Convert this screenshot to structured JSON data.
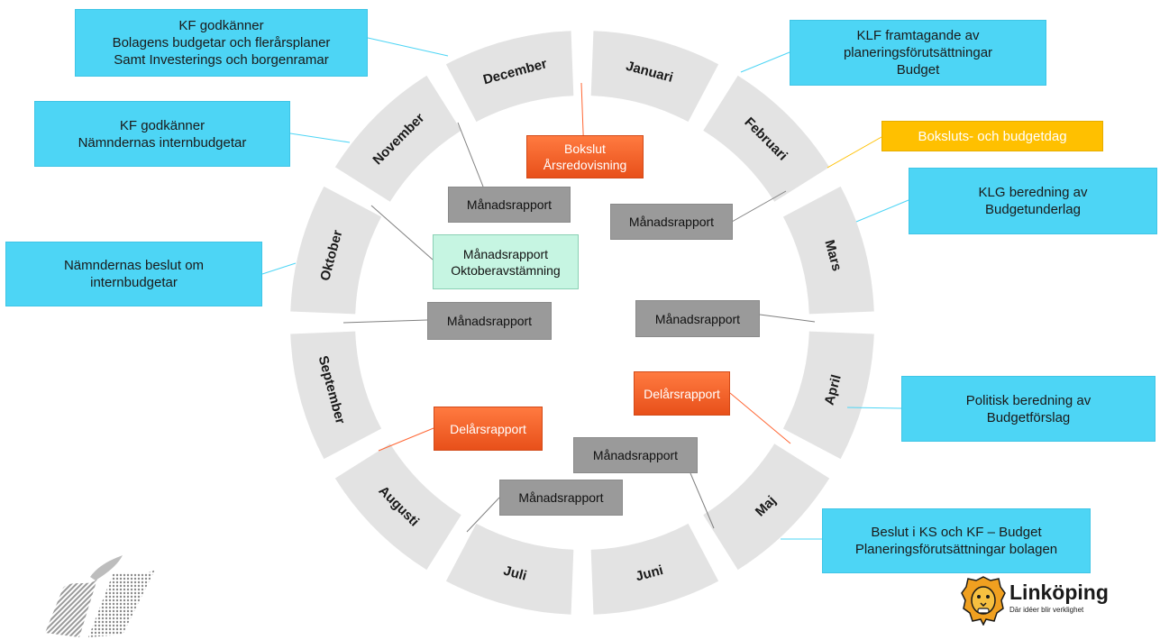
{
  "months": [
    "Januari",
    "Februari",
    "Mars",
    "April",
    "Maj",
    "Juni",
    "Juli",
    "Augusti",
    "September",
    "Oktober",
    "November",
    "December"
  ],
  "callouts": {
    "kf_bolagen": "KF godkänner\nBolagens budgetar och flerårsplaner\nSamt Investerings och borgenramar",
    "kf_namnder": "KF godkänner\nNämndernas internbudgetar",
    "namnder_beslut": "Nämndernas beslut om\ninternbudgetar",
    "klf": "KLF framtagande av\nplaneringsförutsättningar\nBudget",
    "boksluts": "Boksluts- och budgetdag",
    "klg": "KLG beredning av\nBudgetunderlag",
    "politisk": "Politisk beredning av\nBudgetförslag",
    "beslut_ks": "Beslut  i KS och KF – Budget\nPlaneringsförutsättningar bolagen"
  },
  "reports": {
    "bokslut": "Bokslut\nÅrsredovisning",
    "manad_dec": "Månadsrapport",
    "manad_feb": "Månadsrapport",
    "oktober": "Månadsrapport\nOktoberavstämning",
    "manad_sep": "Månadsrapport",
    "manad_apr": "Månadsrapport",
    "delar_apr": "Delårsrapport",
    "delar_aug": "Delårsrapport",
    "manad_maj": "Månadsrapport",
    "manad_jun": "Månadsrapport"
  },
  "logo": {
    "name": "Linköping",
    "tagline": "Där idéer blir verklighet",
    "icon": "lion-icon"
  },
  "colors": {
    "ring": "#e3e3e3",
    "callout": "#4dd5f5",
    "report": "#9a9a9a",
    "red": "#ff6633",
    "orange": "#ffc000",
    "green": "#c6f5e2"
  }
}
